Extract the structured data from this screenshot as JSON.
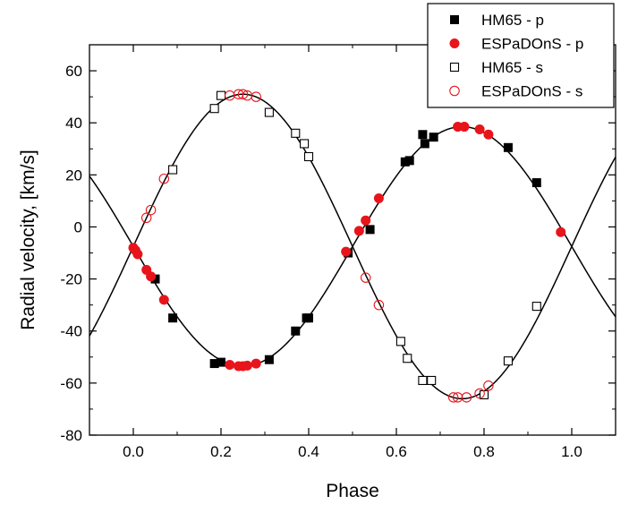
{
  "chart_data": {
    "type": "scatter",
    "title": "",
    "xlabel": "Phase",
    "ylabel": "Radial velocity, [km/s]",
    "xlim": [
      -0.1,
      1.1
    ],
    "ylim": [
      -80,
      70
    ],
    "x_ticks": [
      "0.0",
      "0.2",
      "0.4",
      "0.6",
      "0.8",
      "1.0"
    ],
    "y_ticks": [
      "60",
      "40",
      "20",
      "0",
      "-20",
      "-40",
      "-60",
      "-80"
    ],
    "grid": false,
    "legend_position": "top-right",
    "legend": [
      "HM65 - p",
      "ESPaDOnS - p",
      "HM65 - s",
      "ESPaDOnS - s"
    ],
    "series": [
      {
        "name": "HM65 - p",
        "marker": "filled-square",
        "color": "#000000",
        "points": [
          [
            0.05,
            -20
          ],
          [
            0.09,
            -35
          ],
          [
            0.185,
            -52.5
          ],
          [
            0.2,
            -52
          ],
          [
            0.31,
            -51
          ],
          [
            0.37,
            -40
          ],
          [
            0.395,
            -35
          ],
          [
            0.4,
            -35
          ],
          [
            0.49,
            -10
          ],
          [
            0.54,
            -1
          ],
          [
            0.62,
            25
          ],
          [
            0.63,
            25.5
          ],
          [
            0.66,
            35.5
          ],
          [
            0.665,
            32
          ],
          [
            0.685,
            34.5
          ],
          [
            0.855,
            30.5
          ],
          [
            0.92,
            17
          ]
        ]
      },
      {
        "name": "ESPaDOnS - p",
        "marker": "filled-circle",
        "color": "#e8141b",
        "points": [
          [
            0.0,
            -8
          ],
          [
            0.005,
            -9
          ],
          [
            0.01,
            -10.5
          ],
          [
            0.03,
            -16.5
          ],
          [
            0.04,
            -19
          ],
          [
            0.07,
            -28
          ],
          [
            0.22,
            -53
          ],
          [
            0.24,
            -53.5
          ],
          [
            0.25,
            -53.5
          ],
          [
            0.26,
            -53.3
          ],
          [
            0.28,
            -52.5
          ],
          [
            0.485,
            -9.5
          ],
          [
            0.515,
            -1.5
          ],
          [
            0.53,
            2.5
          ],
          [
            0.56,
            11
          ],
          [
            0.74,
            38.5
          ],
          [
            0.755,
            38.5
          ],
          [
            0.79,
            37.5
          ],
          [
            0.81,
            35.5
          ],
          [
            0.975,
            -2
          ]
        ]
      },
      {
        "name": "HM65 - s",
        "marker": "open-square",
        "color": "#000000",
        "points": [
          [
            0.09,
            22
          ],
          [
            0.185,
            45.5
          ],
          [
            0.2,
            50.5
          ],
          [
            0.31,
            44
          ],
          [
            0.37,
            36
          ],
          [
            0.39,
            32
          ],
          [
            0.4,
            27
          ],
          [
            0.61,
            -44
          ],
          [
            0.625,
            -50.5
          ],
          [
            0.66,
            -59
          ],
          [
            0.68,
            -59
          ],
          [
            0.8,
            -64.5
          ],
          [
            0.855,
            -51.5
          ],
          [
            0.92,
            -30.5
          ]
        ]
      },
      {
        "name": "ESPaDOnS - s",
        "marker": "open-circle",
        "color": "#e8141b",
        "points": [
          [
            0.03,
            3.5
          ],
          [
            0.04,
            6.5
          ],
          [
            0.07,
            18.5
          ],
          [
            0.22,
            50.5
          ],
          [
            0.24,
            51
          ],
          [
            0.25,
            51
          ],
          [
            0.26,
            50.5
          ],
          [
            0.28,
            50
          ],
          [
            0.53,
            -19.5
          ],
          [
            0.56,
            -30
          ],
          [
            0.73,
            -65.5
          ],
          [
            0.74,
            -65.5
          ],
          [
            0.76,
            -65.5
          ],
          [
            0.79,
            -64
          ],
          [
            0.81,
            -61
          ]
        ]
      }
    ],
    "model_curves": [
      {
        "component": "primary",
        "gamma": -7.5,
        "semi_amplitude": 46,
        "phase_of_minimum": 0.25
      },
      {
        "component": "secondary",
        "gamma": -7.5,
        "semi_amplitude": 58.5,
        "phase_of_maximum": 0.25
      }
    ]
  }
}
